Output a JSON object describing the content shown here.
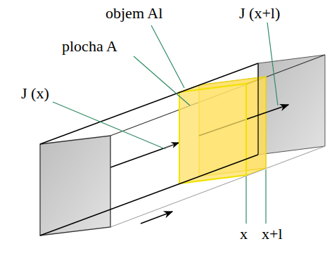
{
  "diagram": {
    "labels": [
      "objem Al",
      "J (x+l)",
      "plocha A",
      "J (x)",
      "x",
      "x+l"
    ]
  }
}
